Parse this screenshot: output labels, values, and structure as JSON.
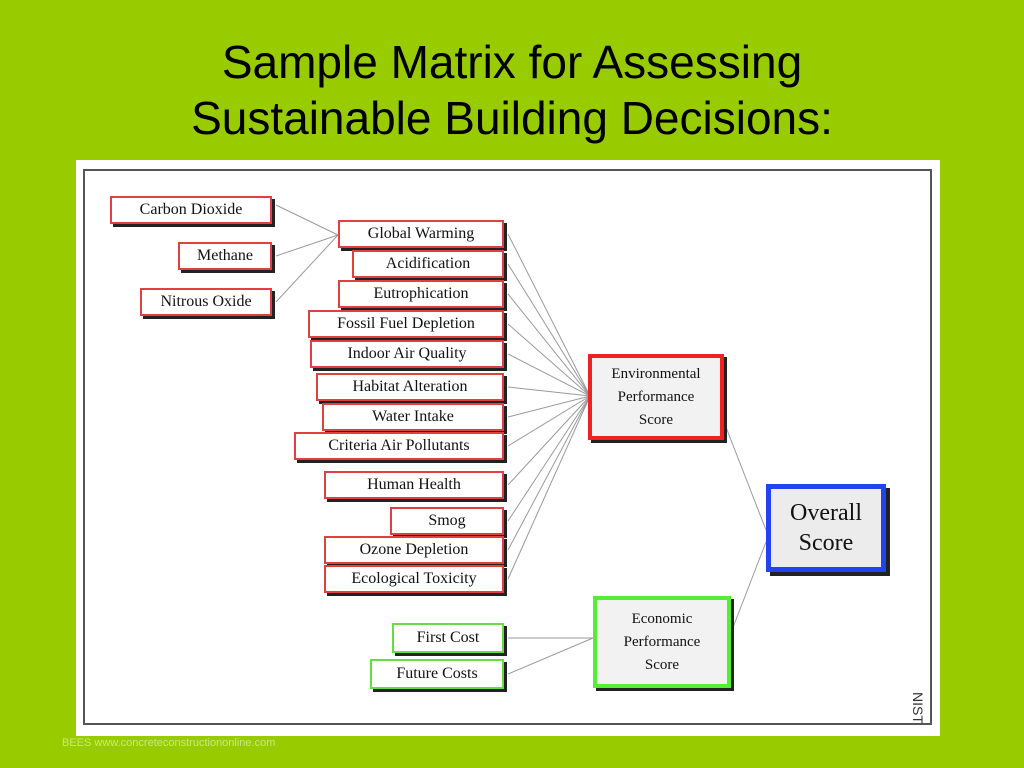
{
  "title": {
    "line1": "Sample Matrix for Assessing",
    "line2": "Sustainable Building Decisions:"
  },
  "gases": [
    "Carbon Dioxide",
    "Methane",
    "Nitrous Oxide"
  ],
  "impacts": [
    "Global Warming",
    "Acidification",
    "Eutrophication",
    "Fossil Fuel Depletion",
    "Indoor Air Quality",
    "Habitat Alteration",
    "Water Intake",
    "Criteria Air Pollutants",
    "Human Health",
    "Smog",
    "Ozone Depletion",
    "Ecological Toxicity"
  ],
  "costs": [
    "First Cost",
    "Future Costs"
  ],
  "environmental_score": [
    "Environmental",
    "Performance",
    "Score"
  ],
  "economic_score": [
    "Economic",
    "Performance",
    "Score"
  ],
  "overall_score": [
    "Overall",
    "Score"
  ],
  "source_label": "NIST",
  "credit": "BEES www.concreteconstructiononline.com",
  "colors": {
    "background": "#99cc00",
    "environmental_border": "#ee2222",
    "economic_border": "#55ee33",
    "overall_border": "#2244ee"
  }
}
